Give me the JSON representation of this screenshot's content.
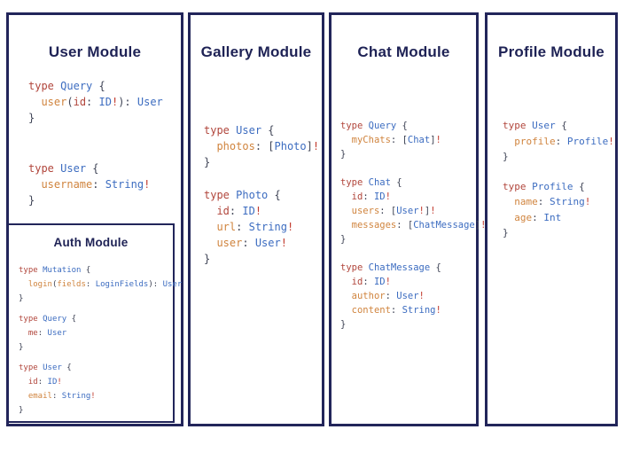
{
  "colors": {
    "panel_border": "#22255a",
    "heading": "#1e2255",
    "syntax_keyword": "#b1463c",
    "syntax_type": "#3c6cc0",
    "syntax_field": "#d0843e",
    "syntax_punct": "#3f4456",
    "syntax_bang": "#c23b2e",
    "background": "#ffffff"
  },
  "panels": [
    {
      "id": "user",
      "title": "User Module",
      "code_blocks": [
        [
          [
            [
              "kw",
              "type"
            ],
            [
              "pn",
              " "
            ],
            [
              "ty",
              "Query"
            ],
            [
              "pn",
              " {"
            ]
          ],
          [
            [
              "pn",
              "  "
            ],
            [
              "fld",
              "user"
            ],
            [
              "pn",
              "("
            ],
            [
              "kw",
              "id"
            ],
            [
              "pn",
              ": "
            ],
            [
              "ty",
              "ID"
            ],
            [
              "bang",
              "!"
            ],
            [
              "pn",
              "): "
            ],
            [
              "ty",
              "User"
            ]
          ],
          [
            [
              "pn",
              "}"
            ]
          ]
        ],
        [
          [
            [
              "kw",
              "type"
            ],
            [
              "pn",
              " "
            ],
            [
              "ty",
              "User"
            ],
            [
              "pn",
              " {"
            ]
          ],
          [
            [
              "pn",
              "  "
            ],
            [
              "fld",
              "username"
            ],
            [
              "pn",
              ": "
            ],
            [
              "ty",
              "String"
            ],
            [
              "bang",
              "!"
            ]
          ],
          [
            [
              "pn",
              "}"
            ]
          ]
        ]
      ]
    },
    {
      "id": "gallery",
      "title": "Gallery Module",
      "code_blocks": [
        [
          [
            [
              "kw",
              "type"
            ],
            [
              "pn",
              " "
            ],
            [
              "ty",
              "User"
            ],
            [
              "pn",
              " {"
            ]
          ],
          [
            [
              "pn",
              "  "
            ],
            [
              "fld",
              "photos"
            ],
            [
              "pn",
              ": ["
            ],
            [
              "ty",
              "Photo"
            ],
            [
              "pn",
              "]"
            ],
            [
              "bang",
              "!"
            ]
          ],
          [
            [
              "pn",
              "}"
            ]
          ]
        ],
        [
          [
            [
              "kw",
              "type"
            ],
            [
              "pn",
              " "
            ],
            [
              "ty",
              "Photo"
            ],
            [
              "pn",
              " {"
            ]
          ],
          [
            [
              "pn",
              "  "
            ],
            [
              "kw",
              "id"
            ],
            [
              "pn",
              ": "
            ],
            [
              "ty",
              "ID"
            ],
            [
              "bang",
              "!"
            ]
          ],
          [
            [
              "pn",
              "  "
            ],
            [
              "fld",
              "url"
            ],
            [
              "pn",
              ": "
            ],
            [
              "ty",
              "String"
            ],
            [
              "bang",
              "!"
            ]
          ],
          [
            [
              "pn",
              "  "
            ],
            [
              "fld",
              "user"
            ],
            [
              "pn",
              ": "
            ],
            [
              "ty",
              "User"
            ],
            [
              "bang",
              "!"
            ]
          ],
          [
            [
              "pn",
              "}"
            ]
          ]
        ]
      ]
    },
    {
      "id": "chat",
      "title": "Chat Module",
      "code_blocks": [
        [
          [
            [
              "kw",
              "type"
            ],
            [
              "pn",
              " "
            ],
            [
              "ty",
              "Query"
            ],
            [
              "pn",
              " {"
            ]
          ],
          [
            [
              "pn",
              "  "
            ],
            [
              "fld",
              "myChats"
            ],
            [
              "pn",
              ": ["
            ],
            [
              "ty",
              "Chat"
            ],
            [
              "pn",
              "]"
            ],
            [
              "bang",
              "!"
            ]
          ],
          [
            [
              "pn",
              "}"
            ]
          ]
        ],
        [
          [
            [
              "kw",
              "type"
            ],
            [
              "pn",
              " "
            ],
            [
              "ty",
              "Chat"
            ],
            [
              "pn",
              " {"
            ]
          ],
          [
            [
              "pn",
              "  "
            ],
            [
              "kw",
              "id"
            ],
            [
              "pn",
              ": "
            ],
            [
              "ty",
              "ID"
            ],
            [
              "bang",
              "!"
            ]
          ],
          [
            [
              "pn",
              "  "
            ],
            [
              "fld",
              "users"
            ],
            [
              "pn",
              ": ["
            ],
            [
              "ty",
              "User"
            ],
            [
              "bang",
              "!"
            ],
            [
              "pn",
              "]"
            ],
            [
              "bang",
              "!"
            ]
          ],
          [
            [
              "pn",
              "  "
            ],
            [
              "fld",
              "messages"
            ],
            [
              "pn",
              ": ["
            ],
            [
              "ty",
              "ChatMessage"
            ],
            [
              "pn",
              "]"
            ],
            [
              "bang",
              "!"
            ]
          ],
          [
            [
              "pn",
              "}"
            ]
          ]
        ],
        [
          [
            [
              "kw",
              "type"
            ],
            [
              "pn",
              " "
            ],
            [
              "ty",
              "ChatMessage"
            ],
            [
              "pn",
              " {"
            ]
          ],
          [
            [
              "pn",
              "  "
            ],
            [
              "kw",
              "id"
            ],
            [
              "pn",
              ": "
            ],
            [
              "ty",
              "ID"
            ],
            [
              "bang",
              "!"
            ]
          ],
          [
            [
              "pn",
              "  "
            ],
            [
              "fld",
              "author"
            ],
            [
              "pn",
              ": "
            ],
            [
              "ty",
              "User"
            ],
            [
              "bang",
              "!"
            ]
          ],
          [
            [
              "pn",
              "  "
            ],
            [
              "fld",
              "content"
            ],
            [
              "pn",
              ": "
            ],
            [
              "ty",
              "String"
            ],
            [
              "bang",
              "!"
            ]
          ],
          [
            [
              "pn",
              "}"
            ]
          ]
        ]
      ]
    },
    {
      "id": "profile",
      "title": "Profile Module",
      "code_blocks": [
        [
          [
            [
              "kw",
              "type"
            ],
            [
              "pn",
              " "
            ],
            [
              "ty",
              "User"
            ],
            [
              "pn",
              " {"
            ]
          ],
          [
            [
              "pn",
              "  "
            ],
            [
              "fld",
              "profile"
            ],
            [
              "pn",
              ": "
            ],
            [
              "ty",
              "Profile"
            ],
            [
              "bang",
              "!"
            ]
          ],
          [
            [
              "pn",
              "}"
            ]
          ]
        ],
        [
          [
            [
              "kw",
              "type"
            ],
            [
              "pn",
              " "
            ],
            [
              "ty",
              "Profile"
            ],
            [
              "pn",
              " {"
            ]
          ],
          [
            [
              "pn",
              "  "
            ],
            [
              "fld",
              "name"
            ],
            [
              "pn",
              ": "
            ],
            [
              "ty",
              "String"
            ],
            [
              "bang",
              "!"
            ]
          ],
          [
            [
              "pn",
              "  "
            ],
            [
              "fld",
              "age"
            ],
            [
              "pn",
              ": "
            ],
            [
              "ty",
              "Int"
            ]
          ],
          [
            [
              "pn",
              "}"
            ]
          ]
        ]
      ]
    },
    {
      "id": "auth",
      "title": "Auth Module",
      "code_blocks": [
        [
          [
            [
              "kw",
              "type"
            ],
            [
              "pn",
              " "
            ],
            [
              "ty",
              "Mutation"
            ],
            [
              "pn",
              " {"
            ]
          ],
          [
            [
              "pn",
              "  "
            ],
            [
              "fld",
              "login"
            ],
            [
              "pn",
              "("
            ],
            [
              "fld",
              "fields"
            ],
            [
              "pn",
              ": "
            ],
            [
              "ty",
              "LoginFields"
            ],
            [
              "pn",
              "): "
            ],
            [
              "ty",
              "User"
            ]
          ],
          [
            [
              "pn",
              "}"
            ]
          ]
        ],
        [
          [
            [
              "kw",
              "type"
            ],
            [
              "pn",
              " "
            ],
            [
              "ty",
              "Query"
            ],
            [
              "pn",
              " {"
            ]
          ],
          [
            [
              "pn",
              "  "
            ],
            [
              "kw",
              "me"
            ],
            [
              "pn",
              ": "
            ],
            [
              "ty",
              "User"
            ]
          ],
          [
            [
              "pn",
              "}"
            ]
          ]
        ],
        [
          [
            [
              "kw",
              "type"
            ],
            [
              "pn",
              " "
            ],
            [
              "ty",
              "User"
            ],
            [
              "pn",
              " {"
            ]
          ],
          [
            [
              "pn",
              "  "
            ],
            [
              "kw",
              "id"
            ],
            [
              "pn",
              ": "
            ],
            [
              "ty",
              "ID"
            ],
            [
              "bang",
              "!"
            ]
          ],
          [
            [
              "pn",
              "  "
            ],
            [
              "fld",
              "email"
            ],
            [
              "pn",
              ": "
            ],
            [
              "ty",
              "String"
            ],
            [
              "bang",
              "!"
            ]
          ],
          [
            [
              "pn",
              "}"
            ]
          ]
        ]
      ]
    }
  ]
}
